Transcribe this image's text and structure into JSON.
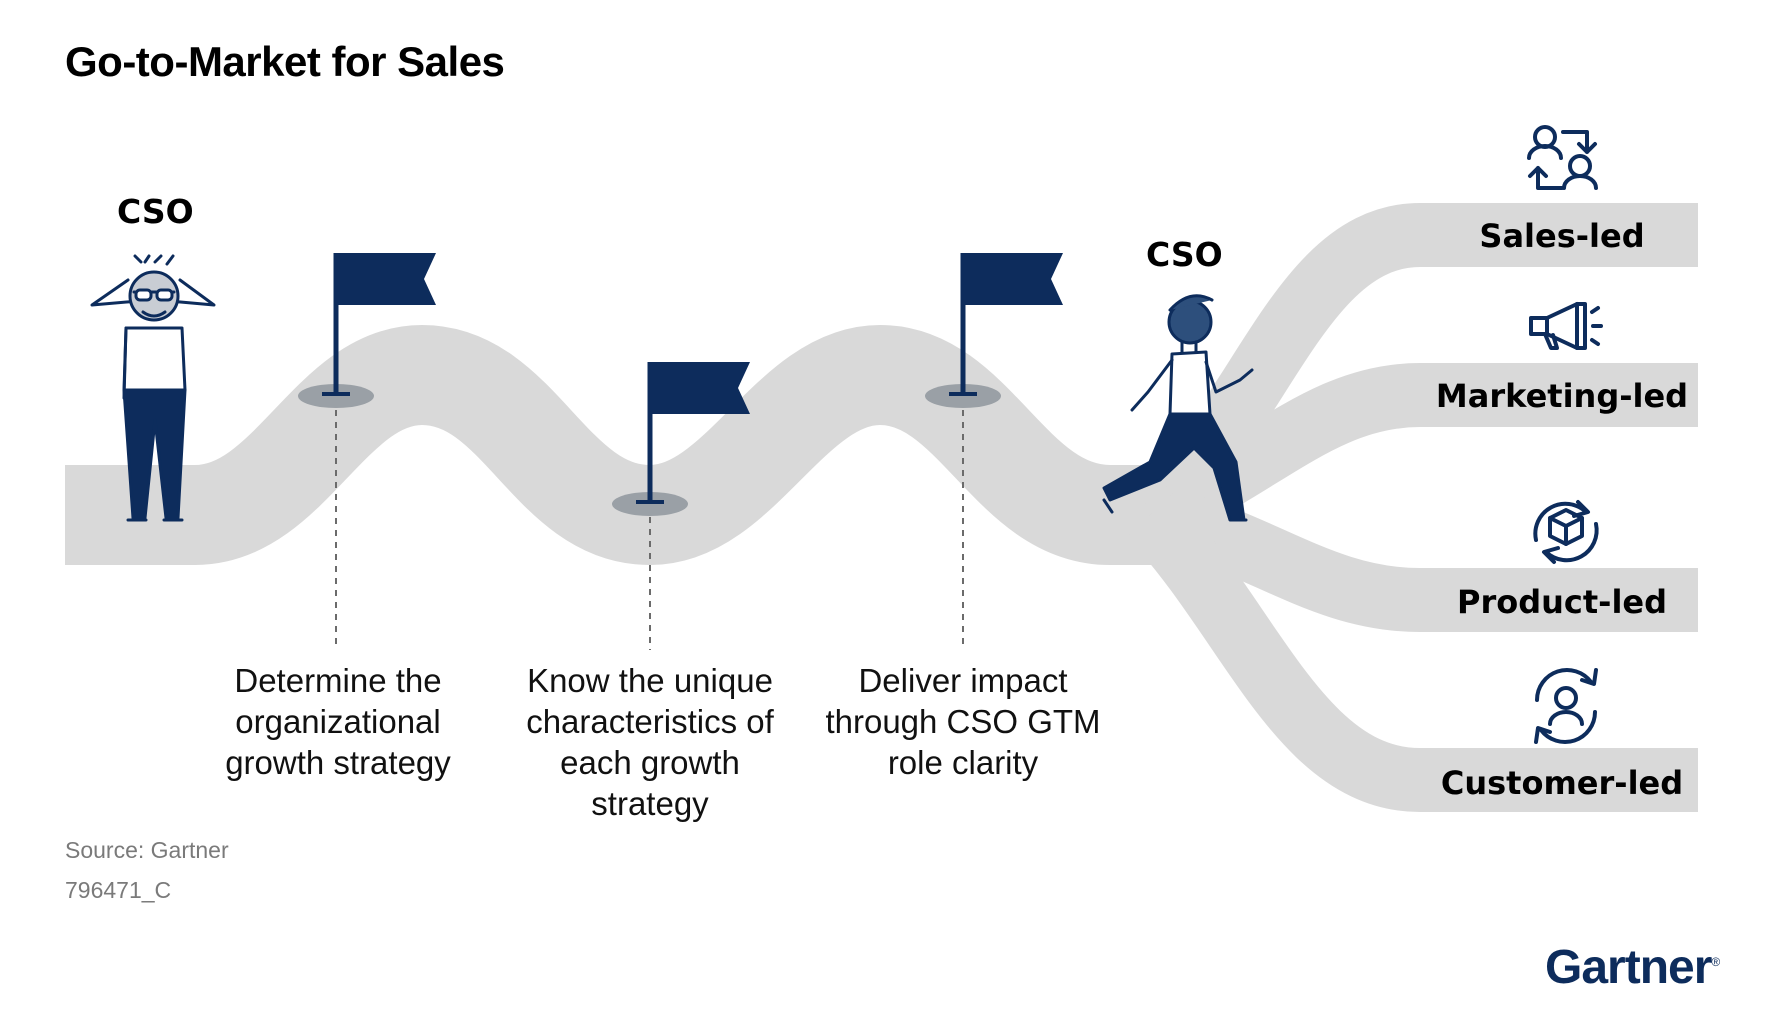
{
  "title": "Go-to-Market for Sales",
  "actors": {
    "cso_left": "CSO",
    "cso_right": "CSO"
  },
  "steps": [
    "Determine the organizational growth strategy",
    "Know the unique characteristics of each growth strategy",
    "Deliver impact through CSO GTM role clarity"
  ],
  "branches": [
    {
      "label": "Sales-led",
      "icon": "people-swap-icon"
    },
    {
      "label": "Marketing-led",
      "icon": "megaphone-icon"
    },
    {
      "label": "Product-led",
      "icon": "product-cycle-icon"
    },
    {
      "label": "Customer-led",
      "icon": "customer-cycle-icon"
    }
  ],
  "source": "Source: Gartner",
  "doc_id": "796471_C",
  "brand": "Gartner",
  "colors": {
    "navy": "#0d2c5c",
    "road": "#d9d9d9",
    "shadow": "#9aa0a6"
  }
}
